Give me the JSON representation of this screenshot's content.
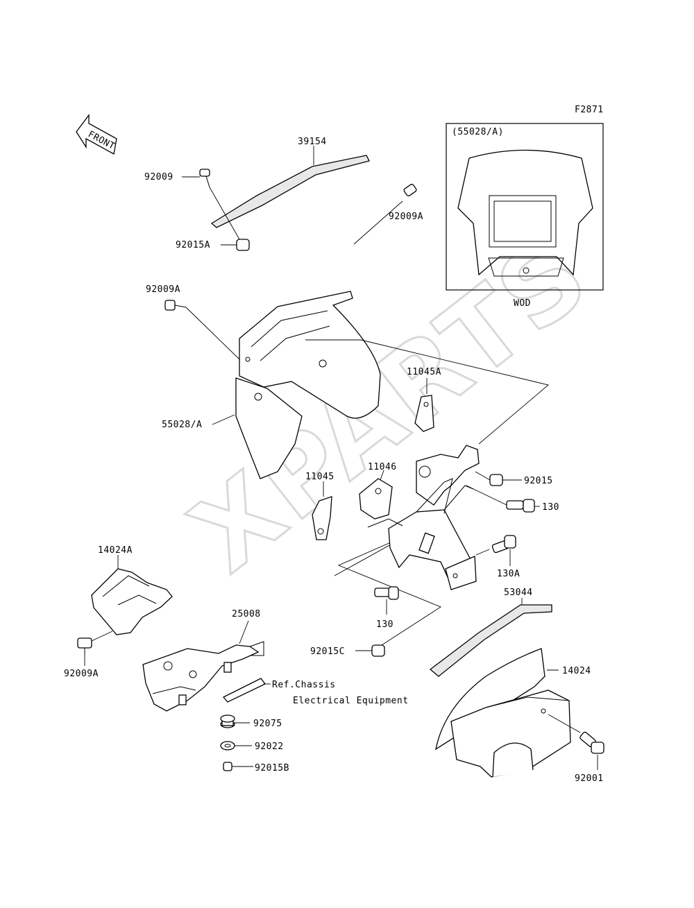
{
  "figure_code": "F2871",
  "watermark": "XPARTS",
  "front_arrow_label": "FRONT",
  "inset": {
    "title": "(55028/A)",
    "caption": "WOD"
  },
  "ref_note": {
    "line1": "Ref.Chassis",
    "line2": "Electrical Equipment"
  },
  "labels": [
    "39154",
    "92009",
    "92015A",
    "92009A",
    "92009A",
    "55028/A",
    "11045A",
    "11046",
    "11045",
    "92015",
    "130",
    "130A",
    "130",
    "92015C",
    "53044",
    "14024",
    "14024A",
    "92009A",
    "25008",
    "92075",
    "92022",
    "92015B",
    "92001"
  ]
}
